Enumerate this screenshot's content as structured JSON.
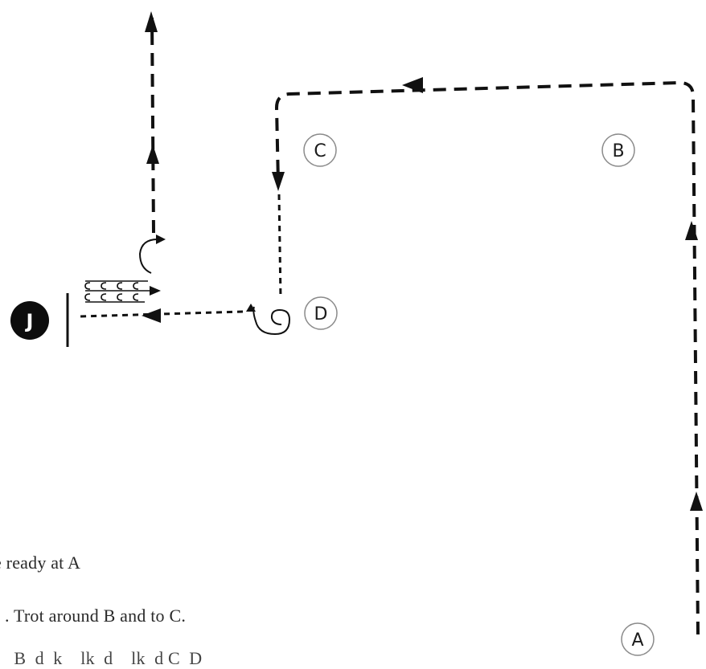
{
  "markers": {
    "a": "A",
    "b": "B",
    "c": "C",
    "d": "D",
    "j": "J"
  },
  "caption": {
    "line1": "e ready at A",
    "line2": ". Trot around B and to C.",
    "line3": "  B  d  k    lk  d    lk  d C  D"
  },
  "colors": {
    "ink": "#111111",
    "marker_outline": "#8a8a8a",
    "j_fill": "#0d0d0d"
  }
}
